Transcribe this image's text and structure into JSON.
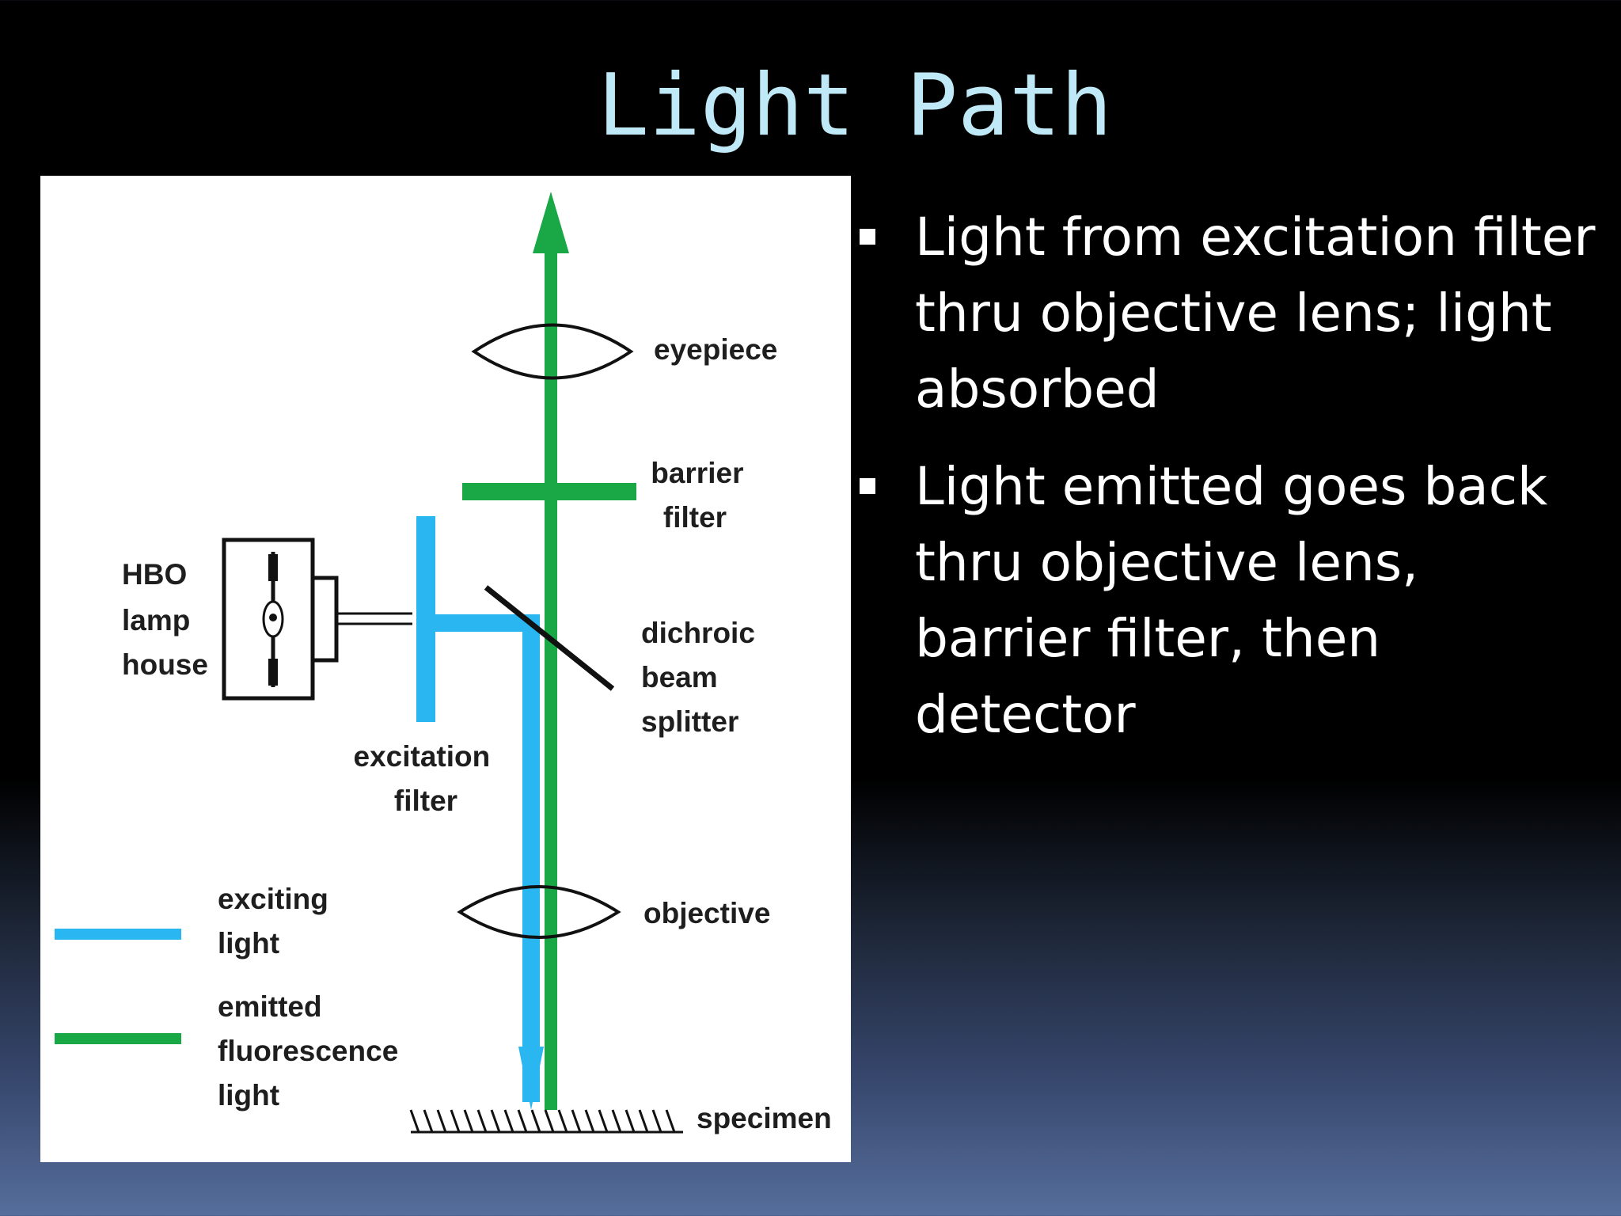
{
  "slide": {
    "title": "Light Path"
  },
  "diagram": {
    "labels": {
      "eyepiece": "eyepiece",
      "barrier_filter": [
        "barrier",
        "filter"
      ],
      "hbo_lamp_house": [
        "HBO",
        "lamp",
        "house"
      ],
      "dichroic_beam_splitter": [
        "dichroic",
        "beam",
        "splitter"
      ],
      "excitation_filter": [
        "excitation",
        "filter"
      ],
      "objective": "objective",
      "specimen": "specimen"
    },
    "legend": [
      {
        "label": [
          "exciting",
          "light"
        ],
        "color": "#29b6f1"
      },
      {
        "label": [
          "emitted",
          "fluorescence",
          "light"
        ],
        "color": "#1aa846"
      }
    ],
    "colors": {
      "exciting_light": "#29b6f1",
      "emitted_light": "#1aa846",
      "outline": "#111111"
    }
  },
  "bullets": [
    "Light from excitation filter thru objective lens; light absorbed",
    "Light emitted goes back thru objective lens, barrier filter, then detector"
  ]
}
